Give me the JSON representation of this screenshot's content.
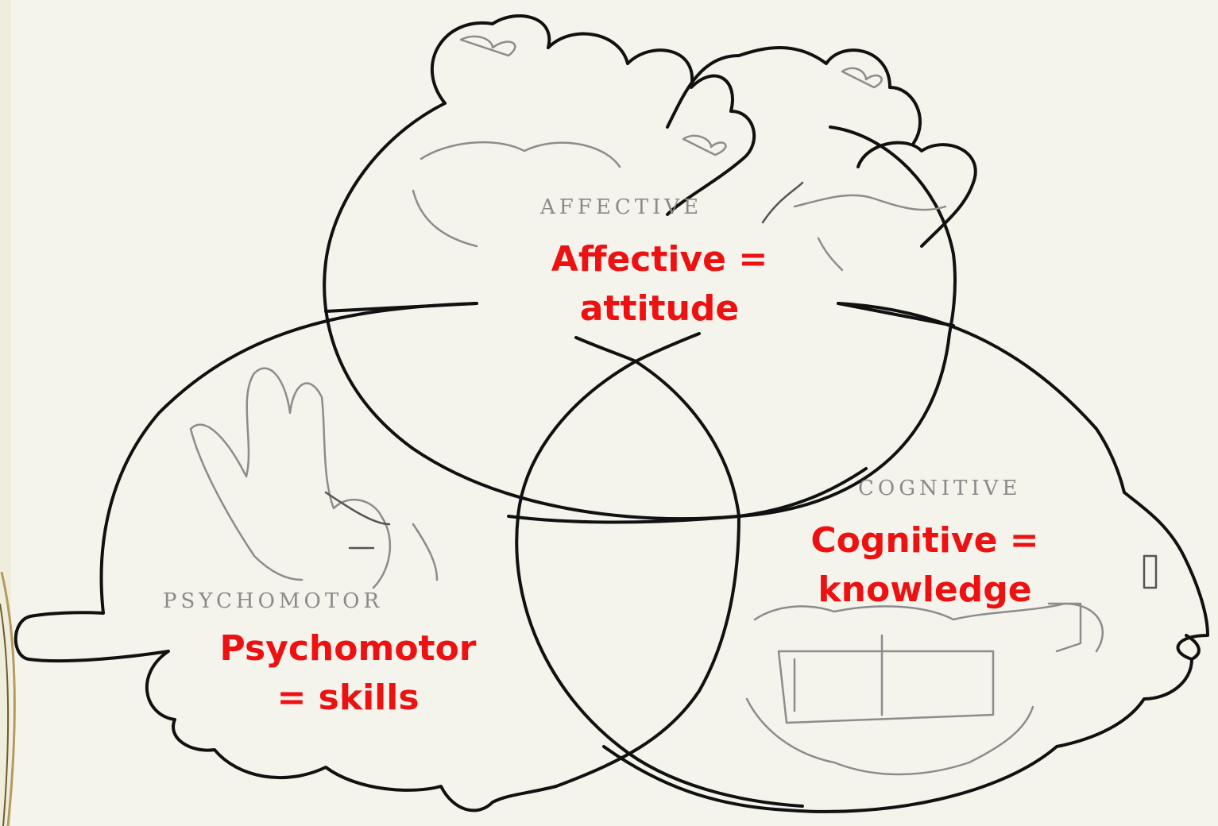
{
  "domains": {
    "affective": {
      "sketch_label": "AFFECTIVE",
      "caption_line1": "Affective =",
      "caption_line2": "attitude"
    },
    "cognitive": {
      "sketch_label": "COGNITIVE",
      "caption_line1": "Cognitive =",
      "caption_line2": "knowledge"
    },
    "psychomotor": {
      "sketch_label": "PSYCHOMOTOR",
      "caption_line1": "Psychomotor",
      "caption_line2": "= skills"
    }
  },
  "colors": {
    "caption": "#ee1111",
    "outline": "#111111",
    "sketch": "#8c8c8c",
    "background": "#f4f4ec"
  },
  "icons": [
    "hearts-icon",
    "hand-icon",
    "book-icon"
  ]
}
